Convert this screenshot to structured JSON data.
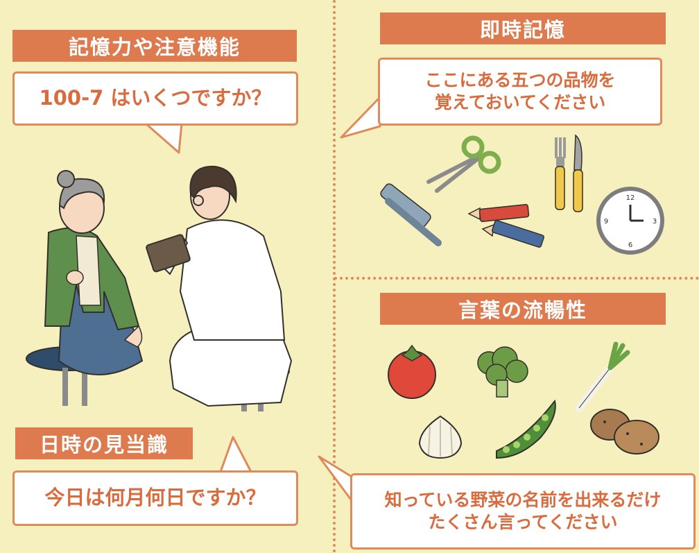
{
  "sections": {
    "memory_attention": {
      "label": "記憶力や注意機能",
      "question": "100-7 はいくつですか？"
    },
    "immediate_memory": {
      "label": "即時記憶",
      "instruction": "ここにある五つの品物を\n覚えておいてください",
      "items": [
        "scissors-icon",
        "fork-icon",
        "knife-icon",
        "comb-icon",
        "red-pencil-icon",
        "blue-pencil-icon",
        "clock-icon"
      ]
    },
    "orientation": {
      "label": "日時の見当識",
      "question": "今日は何月何日ですか？"
    },
    "verbal_fluency": {
      "label": "言葉の流暢性",
      "instruction": "知っている野菜の名前を出来るだけ\nたくさん言ってください",
      "items": [
        "tomato-icon",
        "broccoli-icon",
        "green-onion-icon",
        "garlic-icon",
        "pea-pod-icon",
        "potato-icon"
      ]
    }
  },
  "colors": {
    "background": "#f6f0bf",
    "accent": "#dd7b4f",
    "bubble_border": "#e08a5a",
    "bubble_text": "#d96c3f"
  }
}
